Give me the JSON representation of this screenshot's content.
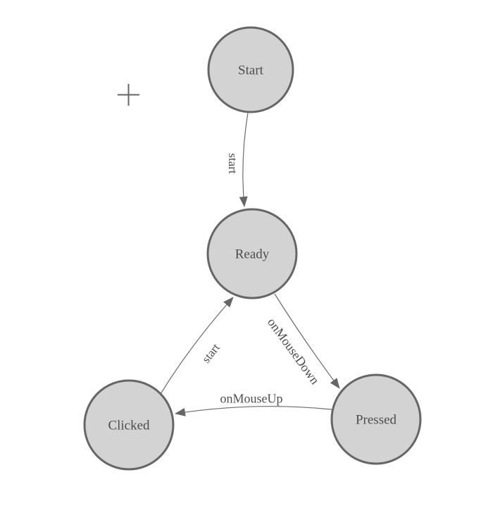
{
  "diagram": {
    "type": "state-machine",
    "background": "#ffffff",
    "nodes": {
      "start": {
        "label": "Start"
      },
      "ready": {
        "label": "Ready"
      },
      "clicked": {
        "label": "Clicked"
      },
      "pressed": {
        "label": "Pressed"
      }
    },
    "edges": {
      "start_to_ready": {
        "label": "start",
        "from": "Start",
        "to": "Ready"
      },
      "ready_to_pressed": {
        "label": "onMouseDown",
        "from": "Ready",
        "to": "Pressed"
      },
      "pressed_to_clicked": {
        "label": "onMouseUp",
        "from": "Pressed",
        "to": "Clicked"
      },
      "clicked_to_ready": {
        "label": "start",
        "from": "Clicked",
        "to": "Ready"
      }
    },
    "icons": {
      "crosshair": "plus-crosshair-marker"
    },
    "colors": {
      "node_fill": "#d3d3d3",
      "node_stroke": "#666666",
      "edge_stroke": "#6b6b6b",
      "arrow_fill": "#666666",
      "node_text": "#4d4d4d",
      "edge_text": "#4d4d4d",
      "crosshair": "#666666"
    }
  }
}
